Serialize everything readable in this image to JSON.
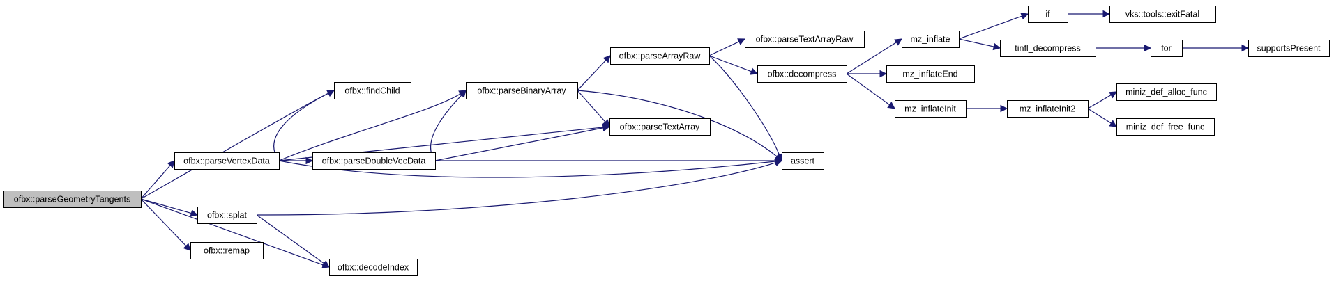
{
  "graph": {
    "root": "ofbx::parseGeometryTangents",
    "nodes": [
      {
        "id": "root",
        "label": "ofbx::parseGeometryTangents",
        "root": true
      },
      {
        "id": "findChild",
        "label": "ofbx::findChild"
      },
      {
        "id": "parseVertexData",
        "label": "ofbx::parseVertexData"
      },
      {
        "id": "splat",
        "label": "ofbx::splat"
      },
      {
        "id": "remap",
        "label": "ofbx::remap"
      },
      {
        "id": "decodeIndex",
        "label": "ofbx::decodeIndex"
      },
      {
        "id": "parseBinaryArray",
        "label": "ofbx::parseBinaryArray"
      },
      {
        "id": "parseDoubleVecData",
        "label": "ofbx::parseDoubleVecData"
      },
      {
        "id": "parseArrayRaw",
        "label": "ofbx::parseArrayRaw"
      },
      {
        "id": "parseTextArrayRaw",
        "label": "ofbx::parseTextArrayRaw"
      },
      {
        "id": "parseTextArray",
        "label": "ofbx::parseTextArray"
      },
      {
        "id": "decompress",
        "label": "ofbx::decompress"
      },
      {
        "id": "assert",
        "label": "assert"
      },
      {
        "id": "mz_inflate",
        "label": "mz_inflate"
      },
      {
        "id": "mz_inflateEnd",
        "label": "mz_inflateEnd"
      },
      {
        "id": "mz_inflateInit",
        "label": "mz_inflateInit"
      },
      {
        "id": "mz_inflateInit2",
        "label": "mz_inflateInit2"
      },
      {
        "id": "if",
        "label": "if"
      },
      {
        "id": "tinfl_decompress",
        "label": "tinfl_decompress"
      },
      {
        "id": "exitFatal",
        "label": "vks::tools::exitFatal"
      },
      {
        "id": "for",
        "label": "for"
      },
      {
        "id": "supportsPresent",
        "label": "supportsPresent"
      },
      {
        "id": "alloc",
        "label": "miniz_def_alloc_func"
      },
      {
        "id": "free",
        "label": "miniz_def_free_func"
      }
    ],
    "edges": [
      [
        "root",
        "findChild"
      ],
      [
        "root",
        "parseVertexData"
      ],
      [
        "root",
        "splat"
      ],
      [
        "root",
        "remap"
      ],
      [
        "root",
        "decodeIndex"
      ],
      [
        "parseVertexData",
        "findChild"
      ],
      [
        "parseVertexData",
        "parseBinaryArray"
      ],
      [
        "parseVertexData",
        "parseDoubleVecData"
      ],
      [
        "parseVertexData",
        "parseTextArray"
      ],
      [
        "parseVertexData",
        "assert"
      ],
      [
        "splat",
        "assert"
      ],
      [
        "splat",
        "decodeIndex"
      ],
      [
        "parseDoubleVecData",
        "parseBinaryArray"
      ],
      [
        "parseDoubleVecData",
        "parseTextArray"
      ],
      [
        "parseDoubleVecData",
        "assert"
      ],
      [
        "parseBinaryArray",
        "parseArrayRaw"
      ],
      [
        "parseBinaryArray",
        "parseTextArray"
      ],
      [
        "parseBinaryArray",
        "assert"
      ],
      [
        "parseArrayRaw",
        "parseTextArrayRaw"
      ],
      [
        "parseArrayRaw",
        "decompress"
      ],
      [
        "parseArrayRaw",
        "assert"
      ],
      [
        "decompress",
        "mz_inflate"
      ],
      [
        "decompress",
        "mz_inflateEnd"
      ],
      [
        "decompress",
        "mz_inflateInit"
      ],
      [
        "mz_inflate",
        "if"
      ],
      [
        "mz_inflate",
        "tinfl_decompress"
      ],
      [
        "if",
        "exitFatal"
      ],
      [
        "tinfl_decompress",
        "for"
      ],
      [
        "for",
        "supportsPresent"
      ],
      [
        "mz_inflateInit",
        "mz_inflateInit2"
      ],
      [
        "mz_inflateInit2",
        "alloc"
      ],
      [
        "mz_inflateInit2",
        "free"
      ]
    ]
  }
}
